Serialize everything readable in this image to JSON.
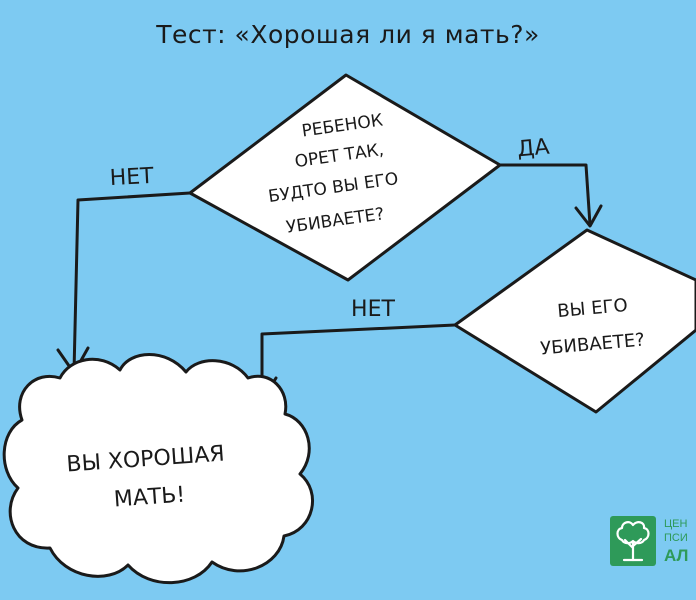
{
  "title": "Тест: «Хорошая ли я мать?»",
  "decision1": {
    "lines": [
      "РЕБЕНОК",
      "ОРЕТ ТАК,",
      "БУДТО ВЫ ЕГО",
      "УБИВАЕТЕ?"
    ]
  },
  "decision2": {
    "lines": [
      "ВЫ ЕГО",
      "УБИВАЕТЕ?"
    ]
  },
  "edges": {
    "yes": "ДА",
    "no1": "НЕТ",
    "no2": "НЕТ"
  },
  "result": {
    "lines": [
      "ВЫ ХОРОШАЯ",
      "МАТЬ!"
    ]
  },
  "logo": {
    "line1": "ЦЕН",
    "line2": "ПСИ",
    "line3": "АЛ",
    "color": "#2e9a59"
  },
  "colors": {
    "background": "#7dcaf2",
    "ink": "#1a1a1a",
    "shape_fill": "#ffffff"
  }
}
